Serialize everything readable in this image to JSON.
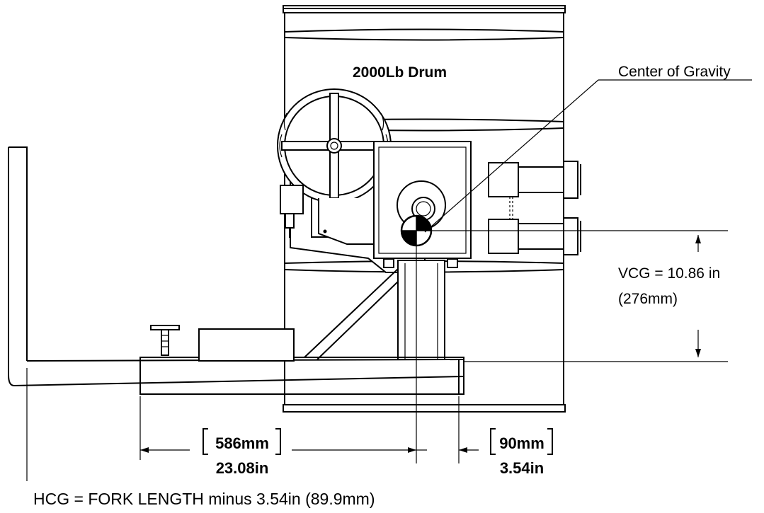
{
  "drum_label": "2000Lb Drum",
  "cog_label": "Center of Gravity",
  "vcg": {
    "line1": "VCG = 10.86 in",
    "line2": "(276mm)"
  },
  "dim_left": {
    "mm": "586mm",
    "in": "23.08in"
  },
  "dim_right": {
    "mm": "90mm",
    "in": "3.54in"
  },
  "hcg_note": "HCG = FORK LENGTH minus 3.54in (89.9mm)"
}
